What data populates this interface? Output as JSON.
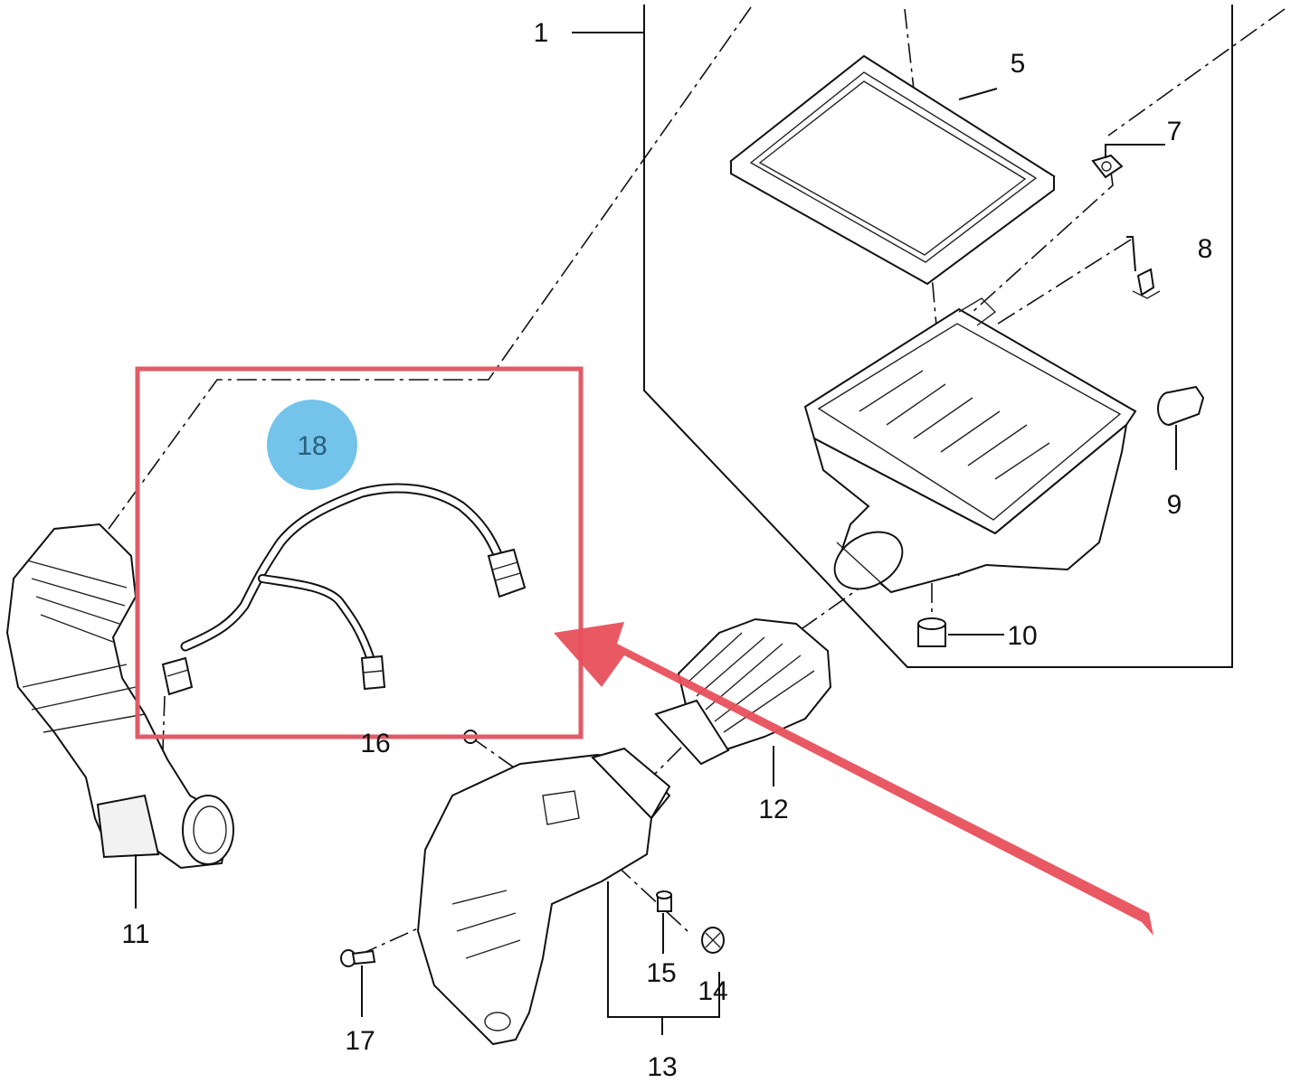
{
  "diagram": {
    "part_numbers": {
      "p1": "1",
      "p5": "5",
      "p7": "7",
      "p8": "8",
      "p9": "9",
      "p10": "10",
      "p11": "11",
      "p12": "12",
      "p13": "13",
      "p14": "14",
      "p15": "15",
      "p16": "16",
      "p17": "17"
    },
    "callout": {
      "number": "18",
      "color": "#5bb8e8"
    },
    "highlight_box_color": "#e25a66",
    "arrow_color": "#e8505c"
  }
}
